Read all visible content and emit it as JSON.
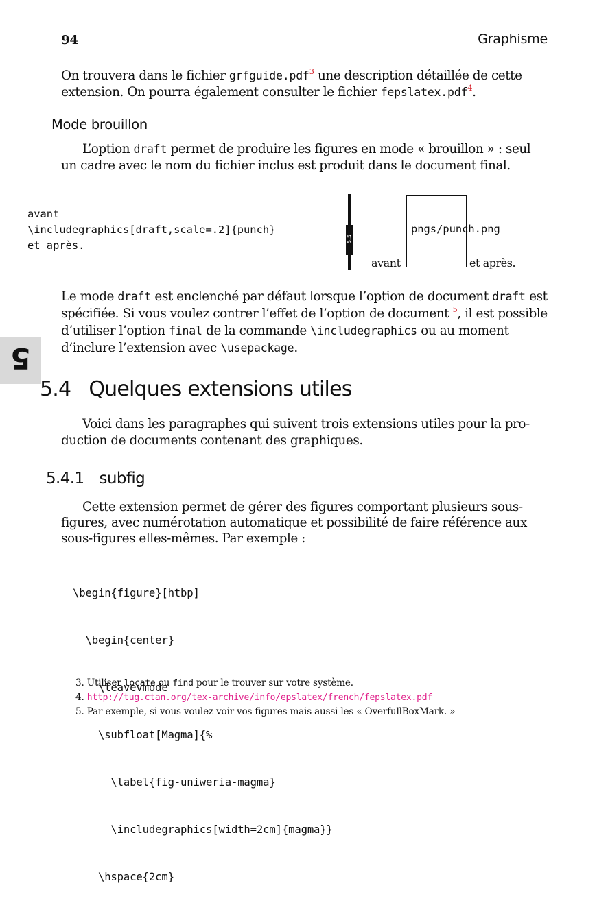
{
  "header": {
    "page_number": "94",
    "running_title": "Graphisme"
  },
  "intro": {
    "p1_a": "On trouvera dans le fichier ",
    "p1_file1": "grfguide.pdf",
    "p1_ref1": "3",
    "p1_b": " une description détaillée de cette",
    "p1_c": "extension. On pourra également consulter le fichier ",
    "p1_file2": "fepslatex.pdf",
    "p1_ref2": "4",
    "p1_d": "."
  },
  "mode_brouillon": {
    "heading": "Mode brouillon",
    "l1_a": "L’option ",
    "l1_code": "draft",
    "l1_b": " permet de produire les figures en mode « brouillon » : seul",
    "l2": "un cadre avec le nom du fichier inclus est produit dans le document final."
  },
  "example": {
    "code_lines": [
      "avant",
      "\\includegraphics[draft,scale=.2]{punch}",
      "et après."
    ],
    "marker_label": "5.5",
    "draft_box_label": "pngs/punch.png",
    "before_word": "avant",
    "after_word": "et après."
  },
  "draft_para": {
    "l1_a": "Le mode ",
    "l1_c1": "draft",
    "l1_b": " est enclenché par défaut lorsque l’option de document ",
    "l1_c2": "draft",
    "l1_c": " est",
    "l2_a": "spécifiée. Si vous voulez contrer l’effet de l’option de document ",
    "l2_ref": "5",
    "l2_b": ", il est possible",
    "l3_a": "d’utiliser l’option ",
    "l3_c1": "final",
    "l3_b": " de la commande ",
    "l3_c2": "\\includegraphics",
    "l3_c": " ou au moment",
    "l4_a": "d’inclure l’extension avec ",
    "l4_c1": "\\usepackage",
    "l4_b": "."
  },
  "chapter_tab": {
    "label": "5",
    "color": "#d9d9d9"
  },
  "section": {
    "number": "5.4",
    "title": "Quelques extensions utiles",
    "l1": "Voici dans les paragraphes qui suivent trois extensions utiles pour la pro-",
    "l2": "duction de documents contenant des graphiques."
  },
  "subsection": {
    "number": "5.4.1",
    "title": "subfig",
    "l1": "Cette extension permet de gérer des figures comportant plusieurs sous-",
    "l2": "figures, avec numérotation automatique et possibilité de faire référence aux",
    "l3": "sous-figures elles-mêmes. Par exemple :"
  },
  "code_block": [
    "\\begin{figure}[htbp]",
    "  \\begin{center}",
    "    \\leavevmode",
    "    \\subfloat[Magma]{%",
    "      \\label{fig-uniweria-magma}",
    "      \\includegraphics[width=2cm]{magma}}",
    "    \\hspace{2cm}"
  ],
  "footnotes": {
    "fn3_num": "3.",
    "fn3_a": "Utiliser ",
    "fn3_c1": "locate",
    "fn3_b": " ou ",
    "fn3_c2": "find",
    "fn3_c": " pour le trouver sur votre système.",
    "fn4_num": "4.",
    "fn4_url": "http://tug.ctan.org/tex-archive/info/epslatex/french/fepslatex.pdf",
    "fn5_num": "5.",
    "fn5_text": "Par exemple, si vous voulez voir vos figures mais aussi les « OverfullBoxMark. »"
  },
  "colors": {
    "footnote_ref": "#d6202a",
    "url": "#e0208a",
    "text": "#111111"
  }
}
